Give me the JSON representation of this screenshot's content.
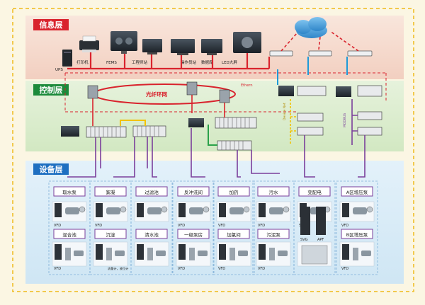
{
  "layers": {
    "info": "信息层",
    "control": "控制层",
    "device": "设备层"
  },
  "info_devices": {
    "ups": "UPS",
    "printer": "打印机",
    "fems": "FEMS",
    "engineer": "工程师站",
    "operator": "操作员站",
    "database": "数据库",
    "led": "LED大屏"
  },
  "network": {
    "ring": "光纤环网",
    "ethernet": "Ethern",
    "devicenet": "Device Net",
    "modbus": "MODBUS"
  },
  "device_groups": [
    {
      "top": "取水泵",
      "bottom": "混合池",
      "tag": "VFD",
      "tag2": "VFD",
      "note": ""
    },
    {
      "top": "絮凝",
      "bottom": "沉淀",
      "tag": "VFD",
      "tag2": "",
      "note": "流量计，液位计"
    },
    {
      "top": "过滤池",
      "bottom": "清水池",
      "tag": "",
      "tag2": "",
      "note": ""
    },
    {
      "top": "反冲洗间",
      "bottom": "一级泵房",
      "tag": "VFD",
      "tag2": "VFD",
      "note": ""
    },
    {
      "top": "加药",
      "bottom": "加氯间",
      "tag": "VFD",
      "tag2": "VFD",
      "note": ""
    },
    {
      "top": "污水",
      "bottom": "污泥泵",
      "tag": "VFD",
      "tag2": "VFD",
      "note": ""
    },
    {
      "top": "变配电",
      "bottom": "",
      "tag": "SVG",
      "tag2": "APF",
      "note": ""
    },
    {
      "top": "A区增压泵",
      "bottom": "B区增压泵",
      "tag": "VFD",
      "tag2": "VFD",
      "note": ""
    }
  ],
  "colors": {
    "info_band": "#f6dcd0",
    "control_band": "#dcedcf",
    "device_band": "#d6eaf6",
    "red_bus": "#d9232d",
    "purple": "#7b3f9b",
    "blue": "#1e9ad8",
    "yellow": "#f2c200",
    "green": "#2aa14a",
    "label_red": "#d9232d",
    "label_green": "#1b8a3a",
    "label_blue": "#1e6fc1"
  }
}
